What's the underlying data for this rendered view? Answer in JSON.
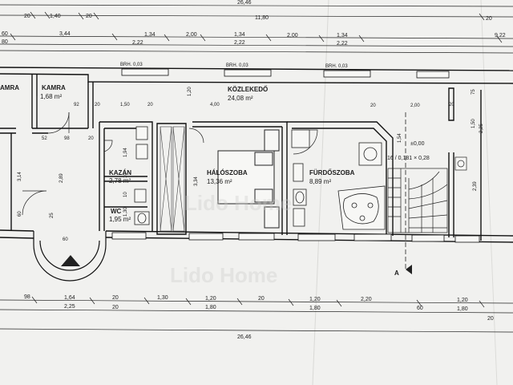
{
  "rooms": {
    "kamra_left": {
      "name": "AMRA",
      "area": ""
    },
    "kamra": {
      "name": "KAMRA",
      "area": "1,68 m²"
    },
    "kozlekedo": {
      "name": "KÖZLEKEDŐ",
      "area": "24,08 m²"
    },
    "kazan": {
      "name": "KAZÁN",
      "area": "2,78 m²"
    },
    "wc": {
      "name": "WC",
      "area": "1,95 m²"
    },
    "haloszoba": {
      "name": "HÁLÓSZOBA",
      "area": "13,36 m²"
    },
    "furdoszoba": {
      "name": "FÜRDŐSZOBA",
      "area": "8,89 m²"
    }
  },
  "windows": {
    "w1": "BRH. 0,03",
    "w2": "BRH. 0,03",
    "w3": "BRH. 0,03"
  },
  "stair": {
    "level": "±0,00",
    "steps": "16 / 0,181 × 0,28"
  },
  "section_marker": "A",
  "watermark": {
    "line1": "Lido Home",
    "line2": "Lido Home"
  },
  "dims": {
    "top_total": "26,46",
    "top1_a": "20",
    "top1_b": "1,40",
    "top1_c": "20",
    "top1_d": "11,80",
    "top1_e": "20",
    "top2": [
      "3,44",
      "1,34",
      "2,00",
      "1,34",
      "2,00",
      "1,34",
      "9,22"
    ],
    "top3": [
      "2,22",
      "2,22",
      "2,22"
    ],
    "top2_left": "60",
    "top3_left": "80",
    "interior": {
      "d92": "92",
      "d20a": "20",
      "d150": "1,50",
      "d20b": "20",
      "d400": "4,00",
      "d20c": "20",
      "d200": "2,00",
      "d120": "1,20",
      "d52": "52",
      "d98": "98",
      "d20d": "20",
      "d194": "1,94",
      "d10a": "10",
      "d130": "1,30",
      "d10b": "10",
      "d314": "3,14",
      "d289": "2,89",
      "d60": "60",
      "d25": "25",
      "d334": "3,34",
      "d154": "1,54",
      "d150b": "1,50",
      "d225": "2,25",
      "d239": "2,39",
      "d75": "75",
      "d20e": "20",
      "d60b": "60"
    },
    "bottom1": [
      "98",
      "1,64",
      "20",
      "1,30",
      "1,20",
      "20",
      "1,20",
      "2,20",
      "1,20"
    ],
    "bottom2": [
      "2,25",
      "20",
      "1,80",
      "1,80",
      "60",
      "1,80"
    ],
    "bottom_total": "26,46",
    "bottom_right": "20"
  }
}
